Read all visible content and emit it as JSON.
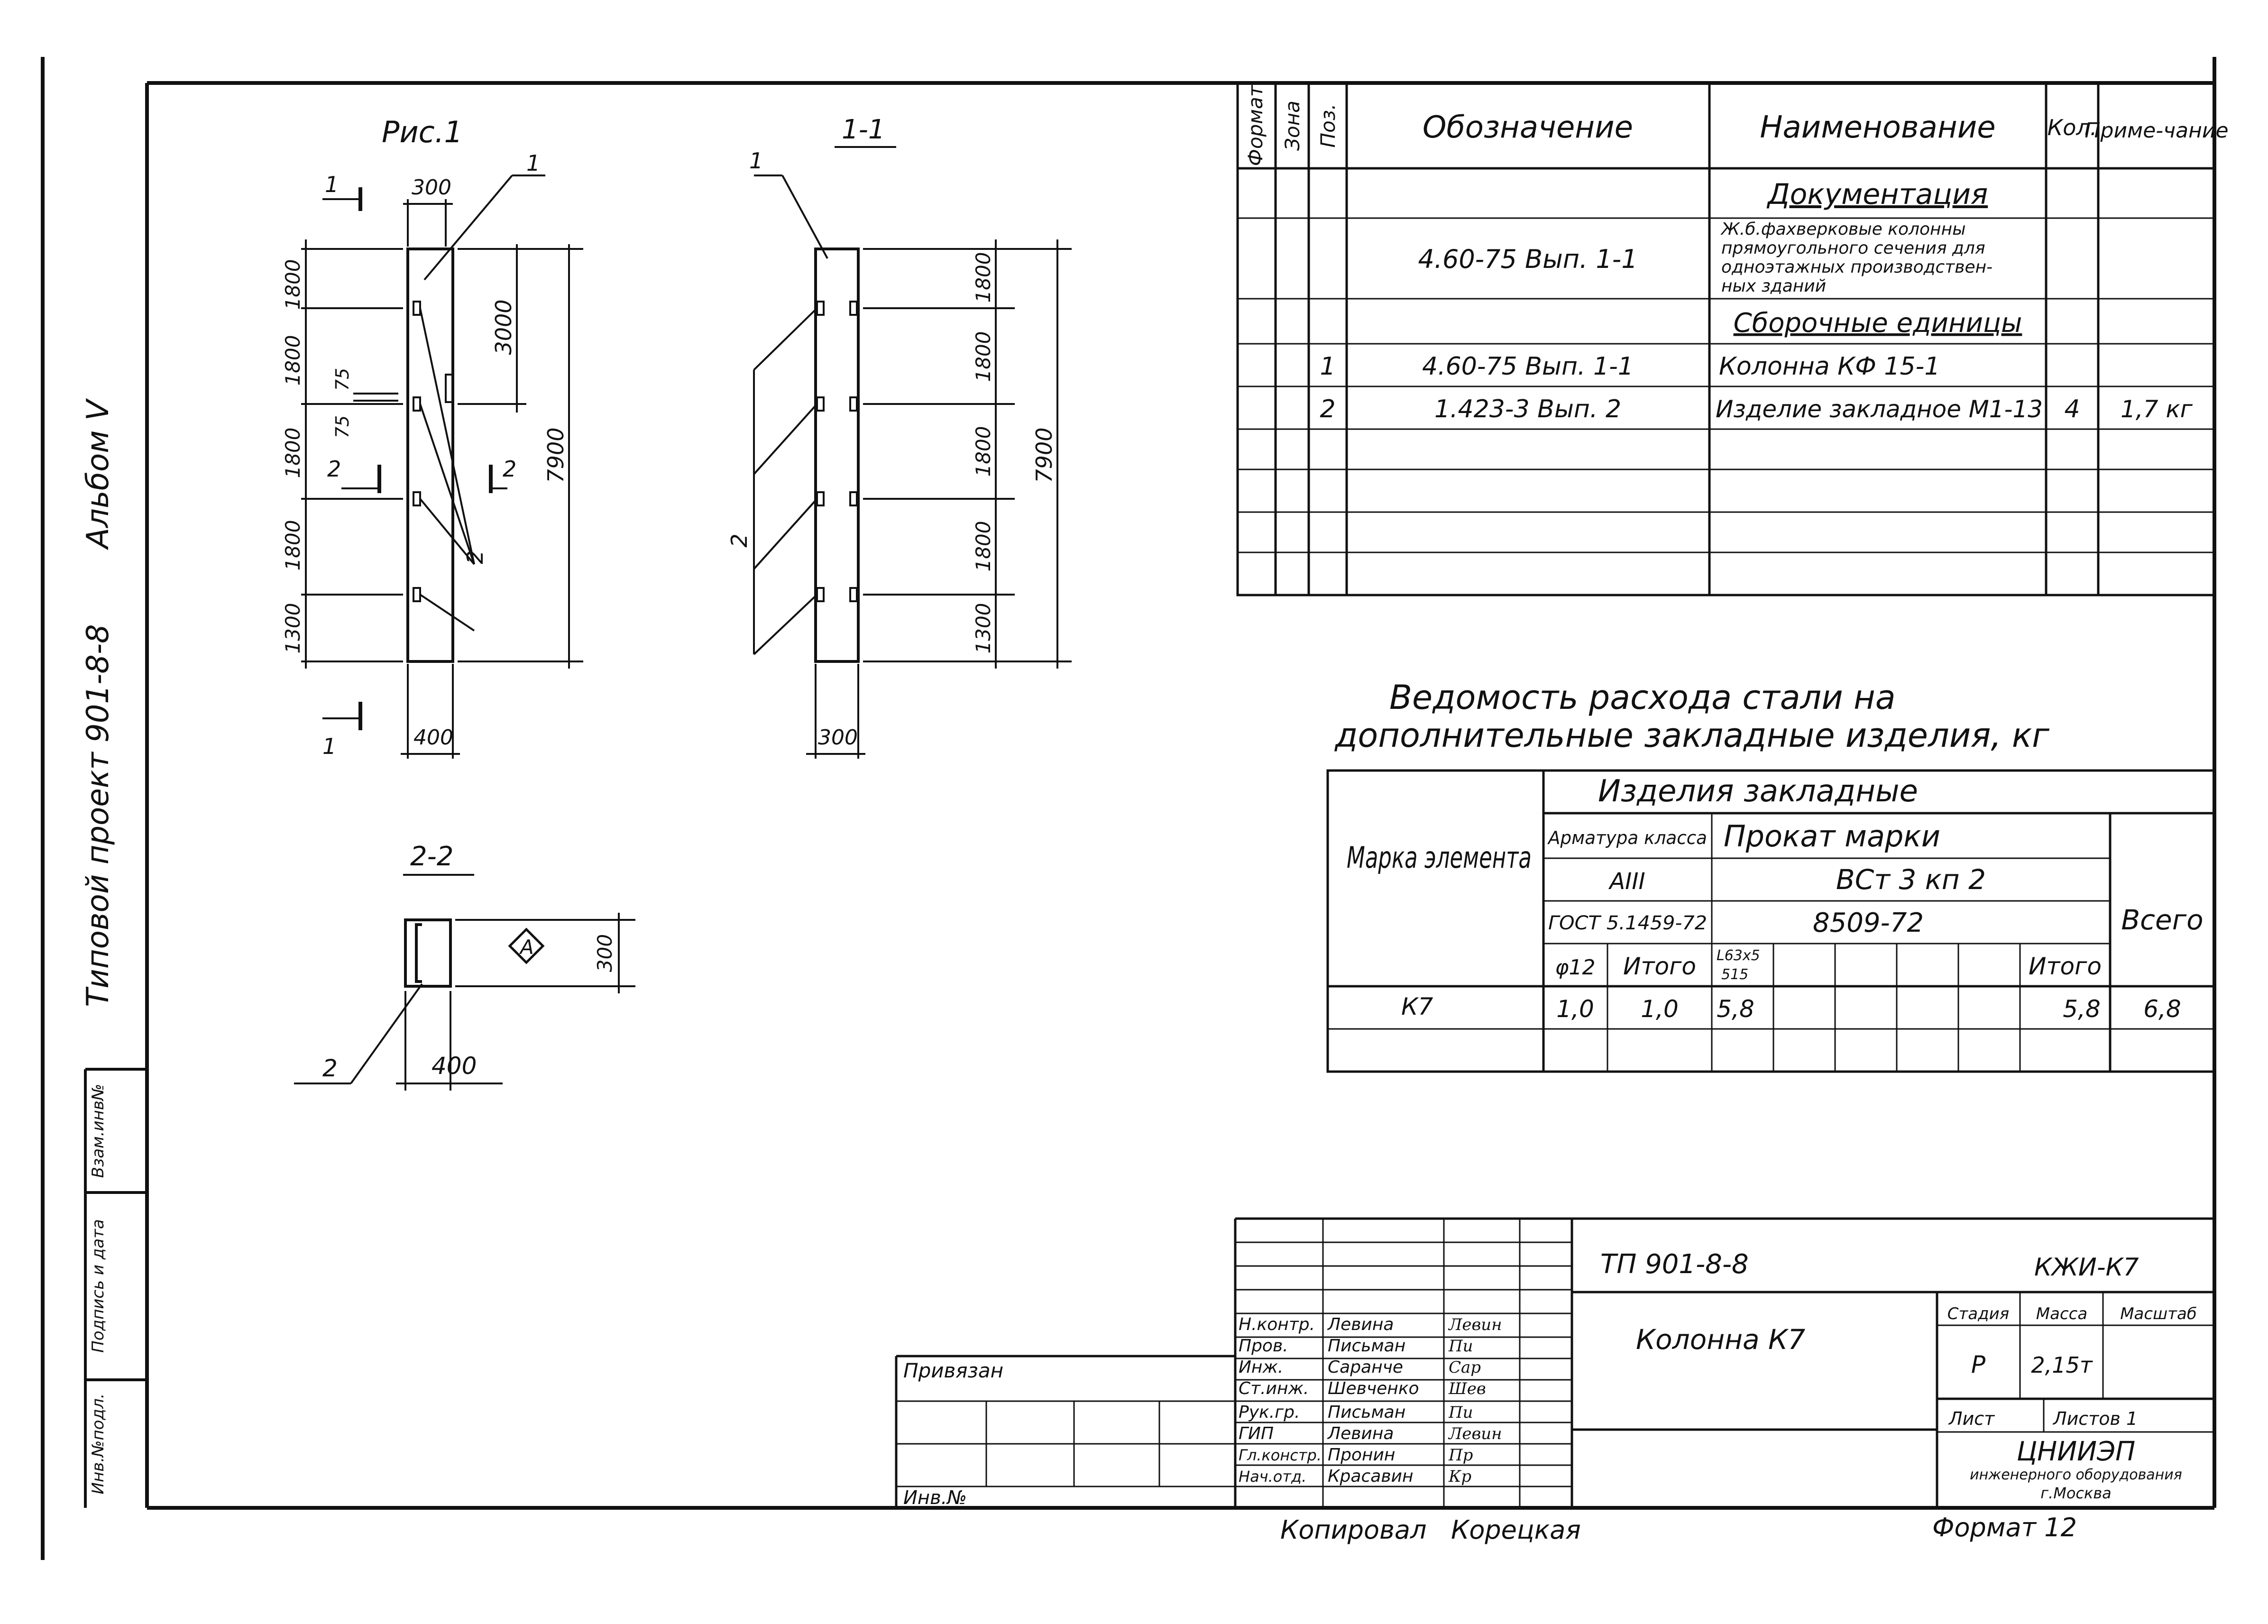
{
  "side_strip": {
    "album": "Альбом V",
    "project": "Типовой проект 901-8-8",
    "field_inv_podl": "Инв.№подл.",
    "field_podpis": "Подпись и дата",
    "field_vzam": "Взам.инв№"
  },
  "figure": {
    "title": "Рис.1",
    "section_1_1": "1-1",
    "section_2_2": "2-2",
    "leader_1": "1",
    "leader_2": "2",
    "cut_1": "1",
    "cut_2": "2",
    "marker_a": "A",
    "dim_300": "300",
    "dim_400": "400",
    "dim_3000": "3000",
    "dim_7900": "7900",
    "dim_1800": "1800",
    "dim_1300": "1300",
    "dim_75": "75"
  },
  "spec_table": {
    "headers": {
      "format": "Формат",
      "zone": "Зона",
      "pos": "Поз.",
      "designation": "Обозначение",
      "name": "Наименование",
      "qty": "Кол.",
      "note": "Приме-чание"
    },
    "section_docs": "Документация",
    "doc_row": {
      "designation": "4.60-75  Вып. 1-1",
      "name_lines": [
        "Ж.б.фахверковые колонны",
        "прямоугольного сечения для",
        "одноэтажных производствен-",
        "ных зданий"
      ]
    },
    "section_assembly": "Сборочные единицы",
    "rows": [
      {
        "pos": "1",
        "designation": "4.60-75  Вып. 1-1",
        "name": "Колонна КФ 15-1",
        "qty": "",
        "note": ""
      },
      {
        "pos": "2",
        "designation": "1.423-3  Вып. 2",
        "name": "Изделие закладное М1-13",
        "qty": "4",
        "note": "1,7 кг"
      }
    ]
  },
  "steel": {
    "title_line1": "Ведомость расхода стали на",
    "title_line2": "дополнительные закладные изделия, кг",
    "mark_header": "Марка элемента",
    "group_header": "Изделия закладные",
    "rebar_header": "Арматура класса",
    "rebar_class": "AIII",
    "rebar_gost": "ГОСТ 5.1459-72",
    "rolled_header": "Прокат марки",
    "rolled_grade": "ВСт 3 кп 2",
    "rolled_gost": "8509-72",
    "total_header": "Всего",
    "sub_phi": "φ12",
    "sub_itogo": "Итого",
    "sub_angle": "L63х5",
    "sub_angle_len": "515",
    "row": {
      "mark": "К7",
      "phi": "1,0",
      "itogo1": "1,0",
      "angle": "5,8",
      "itogo2": "5,8",
      "total": "6,8"
    }
  },
  "stamp": {
    "project_code": "ТП 901-8-8",
    "sheet_code": "КЖИ-К7",
    "title": "Колонна К7",
    "privyazan": "Привязан",
    "inv_no": "Инв.№",
    "stadia_label": "Стадия",
    "massa_label": "Масса",
    "masshtab_label": "Масштаб",
    "stadia": "Р",
    "massa": "2,15т",
    "list_label": "Лист",
    "listov_label": "Листов 1",
    "org": "ЦНИИЭП",
    "org_sub": "инженерного оборудования",
    "city": "г.Москва",
    "staff": [
      {
        "role": "Н.контр.",
        "name": "Левина",
        "sign": "Левин"
      },
      {
        "role": "Пров.",
        "name": "Письман",
        "sign": "Пи"
      },
      {
        "role": "Инж.",
        "name": "Саранче",
        "sign": "Сар"
      },
      {
        "role": "Ст.инж.",
        "name": "Шевченко",
        "sign": "Шев"
      },
      {
        "role": "Рук.гр.",
        "name": "Письман",
        "sign": "Пи"
      },
      {
        "role": "ГИП",
        "name": "Левина",
        "sign": "Левин"
      },
      {
        "role": "Гл.констр.",
        "name": "Пронин",
        "sign": "Пр"
      },
      {
        "role": "Нач.отд.",
        "name": "Красавин",
        "sign": "Кр"
      }
    ]
  },
  "footer": {
    "copied": "Копировал",
    "copier": "Корецкая",
    "format": "Формат 12"
  }
}
